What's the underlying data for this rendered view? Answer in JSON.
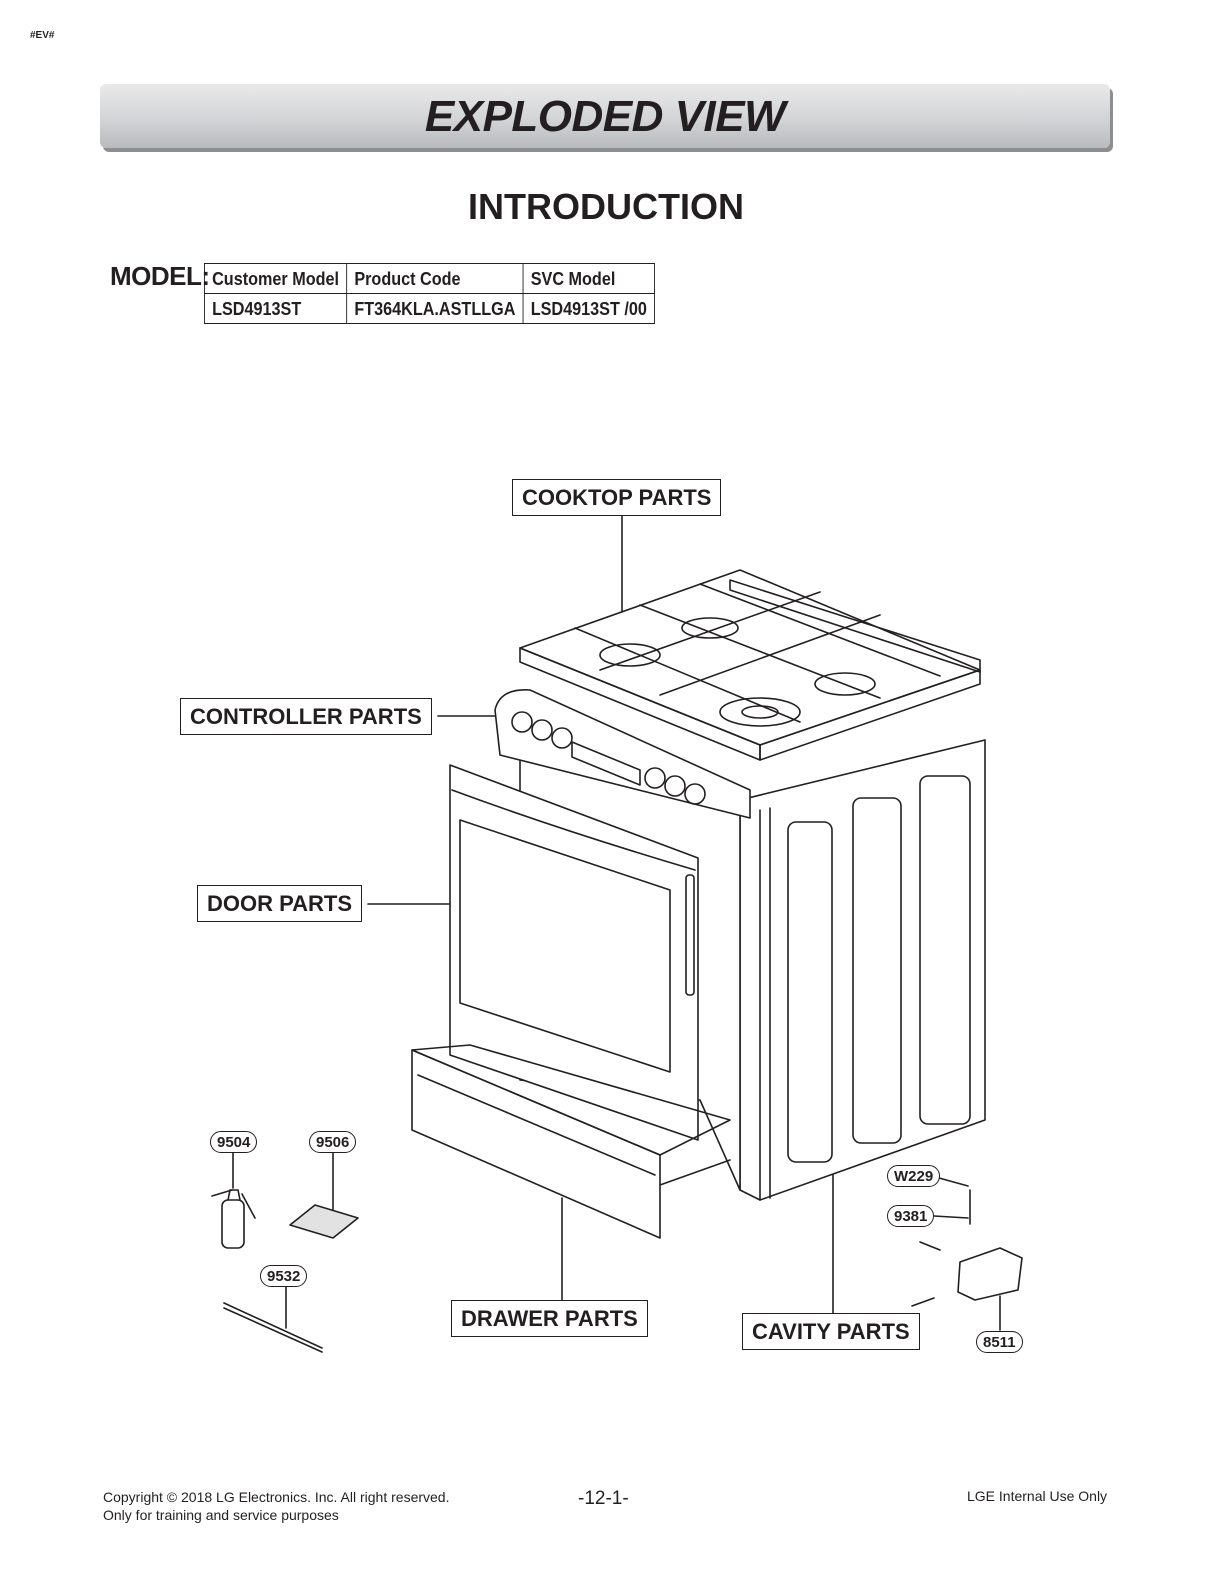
{
  "header_tag": "#EV#",
  "banner": {
    "title": "EXPLODED VIEW"
  },
  "section_title": "INTRODUCTION",
  "model": {
    "label": "MODEL:",
    "headers": [
      "Customer Model",
      "Product Code",
      "SVC Model"
    ],
    "values": [
      "LSD4913ST",
      "FT364KLA.ASTLLGA",
      "LSD4913ST /00"
    ]
  },
  "diagram": {
    "callouts": {
      "cooktop": "COOKTOP PARTS",
      "controller": "CONTROLLER PARTS",
      "door": "DOOR PARTS",
      "drawer": "DRAWER PARTS",
      "cavity": "CAVITY PARTS"
    },
    "part_numbers": {
      "p9504": "9504",
      "p9506": "9506",
      "p9532": "9532",
      "pW229": "W229",
      "p9381": "9381",
      "p8511": "8511"
    }
  },
  "footer": {
    "copyright": "Copyright © 2018 LG Electronics. Inc. All right reserved.",
    "training": "Only for training and service purposes",
    "page": "-12-1-",
    "internal": "LGE Internal Use Only"
  }
}
